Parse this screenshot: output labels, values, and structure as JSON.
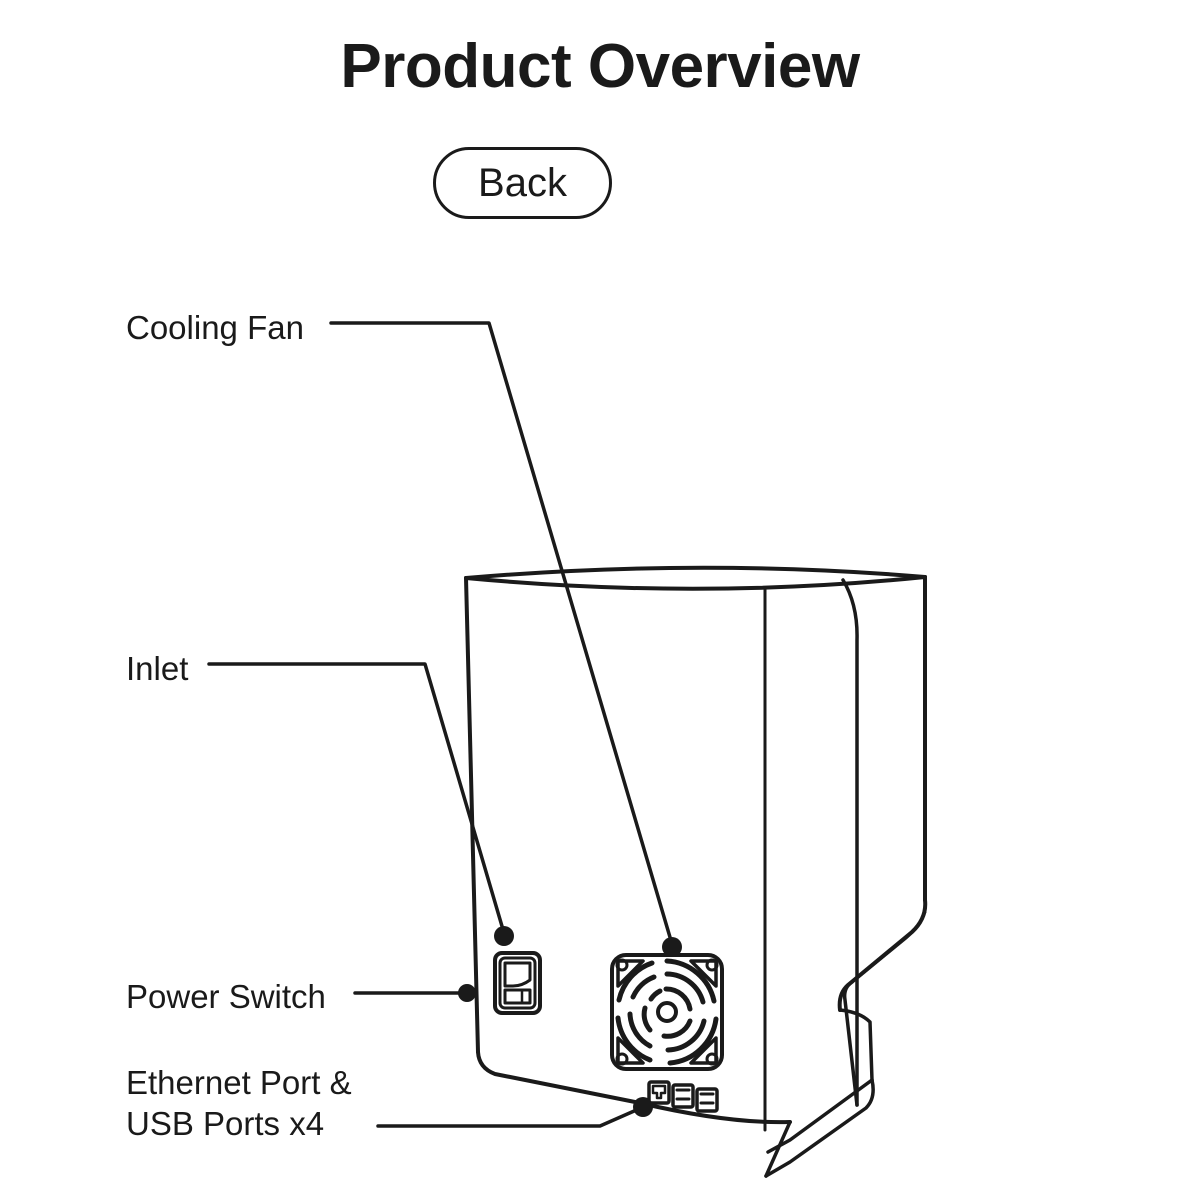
{
  "header": {
    "title": "Product Overview",
    "view_badge": "Back"
  },
  "callouts": [
    {
      "id": "cooling-fan",
      "label": "Cooling Fan",
      "target": "fan-grille"
    },
    {
      "id": "inlet",
      "label": "Inlet",
      "target": "power-inlet-socket"
    },
    {
      "id": "power-switch",
      "label": "Power Switch",
      "target": "power-switch-rocker"
    },
    {
      "id": "ports",
      "label": "Ethernet Port &\nUSB Ports x4",
      "target": "port-cluster",
      "line1": "Ethernet Port &",
      "line2": "USB Ports x4"
    }
  ],
  "device": {
    "name": "tower-enclosure-rear-view",
    "features": [
      "cooling-fan-grille",
      "power-inlet-socket",
      "power-switch-rocker",
      "ethernet-port",
      "usb-port-block-1",
      "usb-port-block-2",
      "stand-foot"
    ],
    "usb_port_count": 4,
    "ethernet_port_count": 1
  },
  "colors": {
    "background": "#ffffff",
    "ink": "#1a1a1a",
    "stroke": "#1a1a1a"
  }
}
